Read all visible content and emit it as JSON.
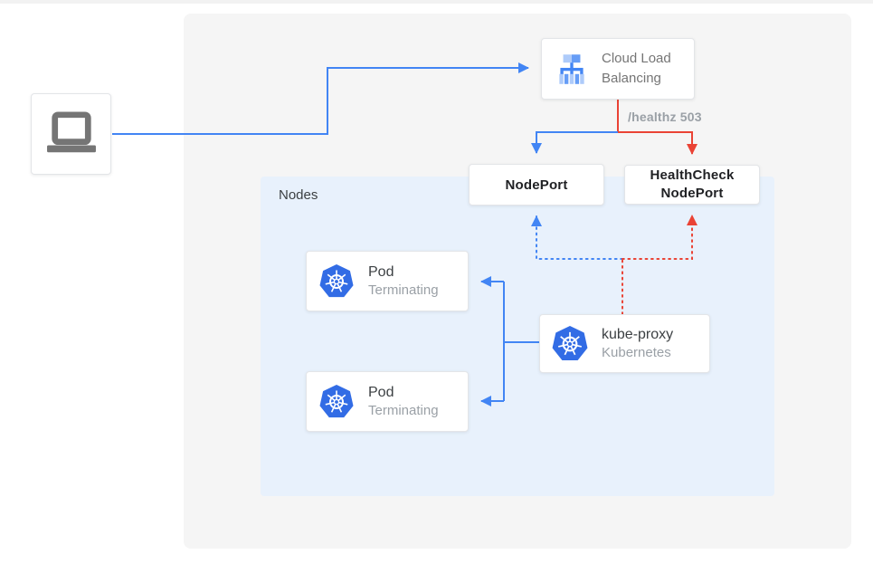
{
  "diagram": {
    "client": {
      "icon": "laptop-icon"
    },
    "load_balancer": {
      "label": "Cloud Load Balancing",
      "icon": "load-balancer-icon"
    },
    "edge_labels": {
      "healthz": "/healthz 503"
    },
    "nodes_group": {
      "label": "Nodes"
    },
    "nodeport": {
      "label": "NodePort"
    },
    "healthcheck_nodeport": {
      "label": "HealthCheck NodePort"
    },
    "pods": [
      {
        "title": "Pod",
        "status": "Terminating",
        "icon": "kubernetes-icon"
      },
      {
        "title": "Pod",
        "status": "Terminating",
        "icon": "kubernetes-icon"
      }
    ],
    "kube_proxy": {
      "title": "kube-proxy",
      "subtitle": "Kubernetes",
      "icon": "kubernetes-icon"
    },
    "colors": {
      "edge_blue": "#4285F4",
      "edge_red": "#EA4335",
      "kubernetes_blue": "#326CE5",
      "lb_icon_blue": "#669DF6",
      "lb_icon_light_blue": "#AECBFA",
      "panel_background": "#F5F5F5",
      "nodes_background": "#E8F1FC",
      "muted_text": "#9AA0A6",
      "gray_text": "#757575",
      "dark_text": "#3C4043"
    }
  }
}
